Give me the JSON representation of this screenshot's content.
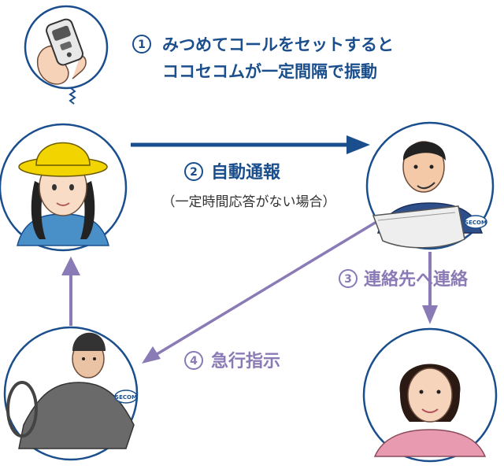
{
  "steps": [
    {
      "number": "1",
      "line1": "みつめてコールをセットすると",
      "line2": "ココセコムが一定間隔で振動"
    },
    {
      "number": "2",
      "title": "自動通報",
      "note": "（一定時間応答がない場合）"
    },
    {
      "number": "3",
      "title": "連絡先へ連絡"
    },
    {
      "number": "4",
      "title": "急行指示"
    }
  ],
  "badge_text": "SECOM",
  "colors": {
    "blue": "#1a4e8c",
    "purple": "#8a7ab5",
    "circle_stroke": "#1a4e8c",
    "hat_yellow": "#f2d400"
  }
}
